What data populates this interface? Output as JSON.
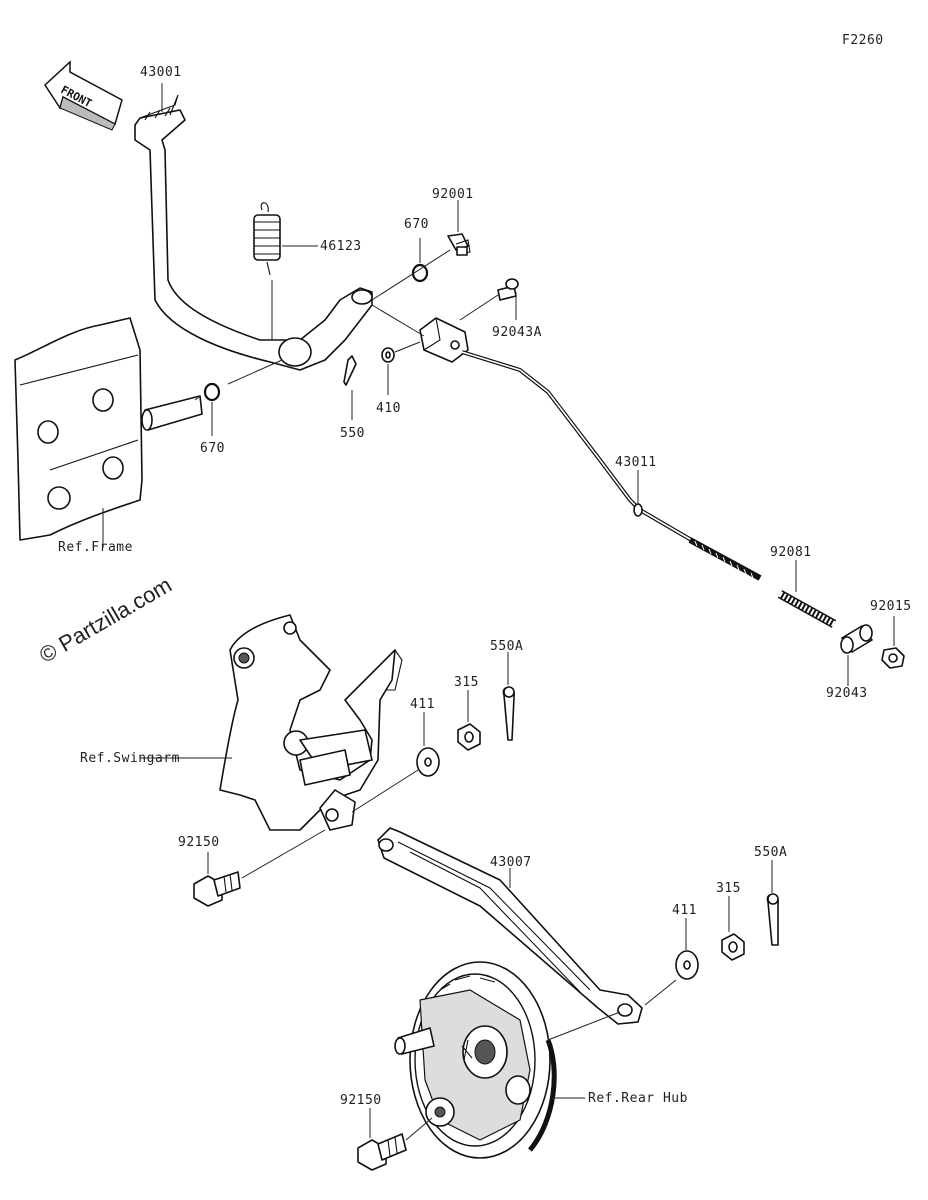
{
  "diagram": {
    "code": "F2260",
    "front_label": "FRONT",
    "watermark": "© Partzilla.com",
    "parts": [
      {
        "id": "p43001",
        "number": "43001"
      },
      {
        "id": "p46123",
        "number": "46123"
      },
      {
        "id": "p670a",
        "number": "670"
      },
      {
        "id": "p92001",
        "number": "92001"
      },
      {
        "id": "p92043A",
        "number": "92043A"
      },
      {
        "id": "p550",
        "number": "550"
      },
      {
        "id": "p410",
        "number": "410"
      },
      {
        "id": "p670b",
        "number": "670"
      },
      {
        "id": "p43011",
        "number": "43011"
      },
      {
        "id": "p92081",
        "number": "92081"
      },
      {
        "id": "p92015",
        "number": "92015"
      },
      {
        "id": "p92043",
        "number": "92043"
      },
      {
        "id": "p550Aa",
        "number": "550A"
      },
      {
        "id": "p315a",
        "number": "315"
      },
      {
        "id": "p411a",
        "number": "411"
      },
      {
        "id": "p92150a",
        "number": "92150"
      },
      {
        "id": "p43007",
        "number": "43007"
      },
      {
        "id": "p550Ab",
        "number": "550A"
      },
      {
        "id": "p315b",
        "number": "315"
      },
      {
        "id": "p411b",
        "number": "411"
      },
      {
        "id": "p92150b",
        "number": "92150"
      }
    ],
    "refs": {
      "frame": "Ref.Frame",
      "swingarm": "Ref.Swingarm",
      "rear_hub": "Ref.Rear Hub"
    }
  }
}
